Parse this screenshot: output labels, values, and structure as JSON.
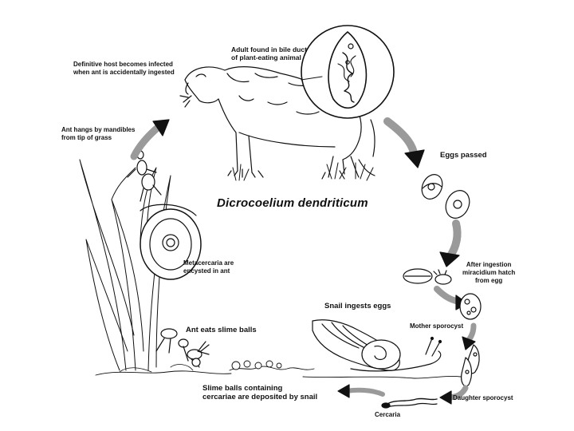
{
  "title": "Dicrocoelium dendriticum",
  "labels": {
    "adult_found": "Adult found in bile duct\nof plant-eating animal",
    "definitive_host": "Definitive host becomes infected\nwhen ant is accidentally ingested",
    "ant_hangs": "Ant hangs by mandibles\nfrom tip of grass",
    "eggs_passed": "Eggs passed",
    "after_ingestion": "After ingestion\nmiracidium hatch\nfrom egg",
    "snail_ingests": "Snail ingests eggs",
    "mother_sporocyst": "Mother sporocyst",
    "daughter_sporocyst": "Daughter sporocyst",
    "cercaria": "Cercaria",
    "slime_balls": "Slime balls containing\ncercariae are deposited by snail",
    "ant_eats": "Ant eats slime balls",
    "metacercaria": "Metacercaria are\nencysted in ant"
  },
  "colors": {
    "ink": "#111111",
    "paper": "#ffffff",
    "shade": "#9a9a9a"
  }
}
